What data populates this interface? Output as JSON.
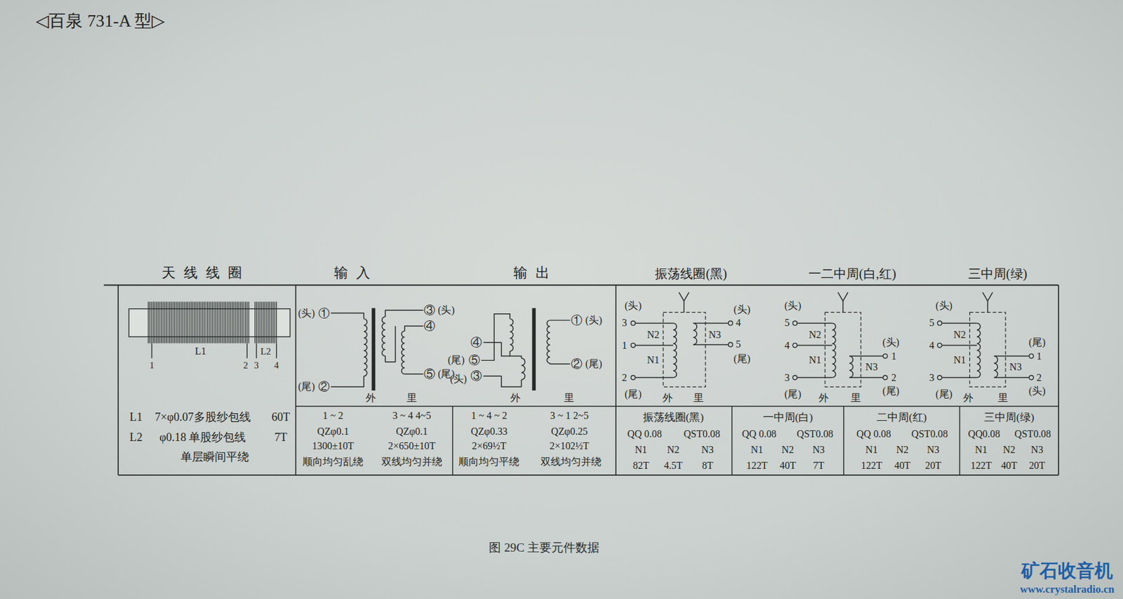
{
  "diagram": {
    "title": "◁百泉 731-A 型▷",
    "caption": "图 29C 主要元件数据",
    "labels": [
      "天线线圈",
      "输入",
      "输出",
      "振荡线圈(黑)",
      "一二中周(白,红)",
      "三中周(绿)",
      "1",
      "L1",
      "2",
      "3",
      "L2",
      "4",
      "L1",
      "7×φ0.07多股纱包线",
      "60T",
      "L2",
      "φ0.18 单股纱包线",
      "7T",
      "单层瞬间平绕",
      "(头)",
      "①",
      "(尾)",
      "②",
      "③",
      "(头)",
      "④",
      "⑤",
      "(尾)",
      "外",
      "里",
      "1 ~ 2",
      "3 ~ 4 4~5",
      "QZφ0.1",
      "QZφ0.1",
      "1300±10T",
      "2×650±10T",
      "顺向均匀乱绕",
      "双线均匀并绕",
      "(尾)",
      "⑤",
      "④",
      "③",
      "(头)",
      "①",
      "(头)",
      "②",
      "(尾)",
      "外",
      "里",
      "1 ~ 4 ~ 2",
      "3 ~ 1 2~5",
      "QZφ0.33",
      "QZφ0.25",
      "2×69½T",
      "2×102½T",
      "顺向均匀平绕",
      "双线均匀并绕",
      "(头)",
      "3",
      "1",
      "2",
      "(尾)",
      "N2",
      "N1",
      "(头)",
      "4",
      "5",
      "(尾)",
      "N3",
      "外",
      "里",
      "振荡线圈(黑)",
      "QQ 0.08",
      "QST0.08",
      "N1",
      "N2",
      "N3",
      "82T",
      "4.5T",
      "8T",
      "(头)",
      "5",
      "4",
      "3",
      "(尾)",
      "N2",
      "N1",
      "(头)",
      "1",
      "2",
      "(尾)",
      "N3",
      "外",
      "里",
      "一中周(白)",
      "QQ 0.08",
      "QST0.08",
      "N1",
      "N2",
      "N3",
      "122T",
      "40T",
      "7T",
      "二中周(红)",
      "QQ 0.08",
      "QST0.08",
      "N1",
      "N2",
      "N3",
      "122T",
      "40T",
      "20T",
      "(头)",
      "5",
      "4",
      "3",
      "(尾)",
      "N2",
      "N1",
      "(尾)",
      "1",
      "2",
      "(头)",
      "N3",
      "外",
      "里",
      "三中周(绿)",
      "QQ0.08",
      "QST0.08",
      "N1",
      "N2",
      "N3",
      "122T",
      "40T",
      "20T",
      "矿石收音机",
      "www.crystalradio.cn"
    ]
  }
}
